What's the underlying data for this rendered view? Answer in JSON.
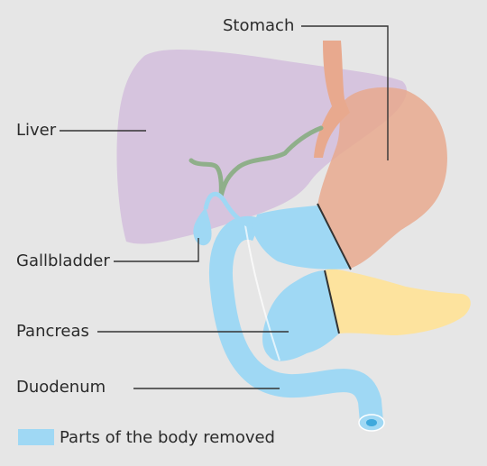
{
  "labels": {
    "stomach": "Stomach",
    "liver": "Liver",
    "gallbladder": "Gallbladder",
    "pancreas": "Pancreas",
    "duodenum": "Duodenum"
  },
  "legend": {
    "text": "Parts of the body removed",
    "color": "#9fd8f4"
  },
  "colors": {
    "background": "#e6e6e6",
    "liver": "#d6c4de",
    "stomach": "#e8a98e",
    "pancreas_remaining": "#fde39e",
    "removed": "#9fd8f4",
    "bile_duct": "#8faf8a",
    "leader_lines": "#333333"
  }
}
